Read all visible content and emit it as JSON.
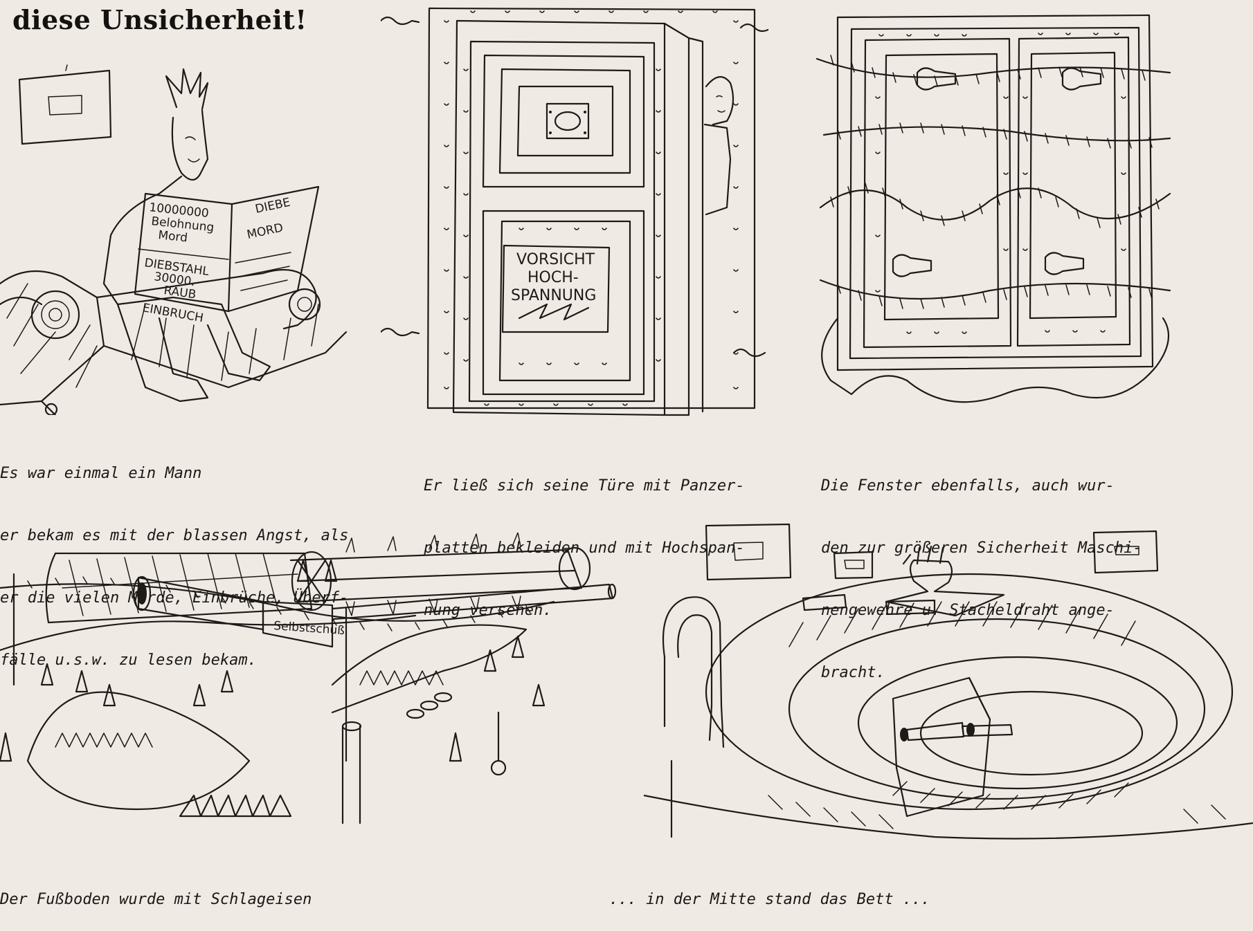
{
  "title": "diese Unsicherheit!",
  "panels": [
    {
      "id": "man-reading",
      "newspaper_texts": [
        "10000000 Belohnung Mord",
        "DIEBSTAHL 30000.-",
        "RAUB",
        "EINBRUCH",
        "DIEBE",
        "MORD"
      ],
      "caption_lines": [
        "Es war einmal ein Mann",
        "er bekam es mit der blassen Angst, als",
        "er die vielen Morde, Einbrüche, Überf-",
        "fälle u.s.w. zu lesen bekam."
      ]
    },
    {
      "id": "armored-door",
      "sign_lines": [
        "VORSICHT",
        "HOCH-",
        "SPANNUNG"
      ],
      "caption_lines": [
        "Er ließ sich seine Türe mit Panzer-",
        "platten bekleiden und mit Hochspan-",
        "nung versehen."
      ]
    },
    {
      "id": "armored-window",
      "caption_lines": [
        "Die Fenster ebenfalls, auch wur-",
        "den zur größeren Sicherheit Maschi-",
        "nengewehre u. Stacheldraht ange-",
        "bracht."
      ]
    },
    {
      "id": "traps-floor",
      "crate_label": "Selbstschuß",
      "caption_lines": [
        "Der Fußboden wurde mit Schlageisen"
      ]
    },
    {
      "id": "armored-bed",
      "caption_lines": [
        "... in der Mitte stand das Bett ..."
      ]
    }
  ]
}
